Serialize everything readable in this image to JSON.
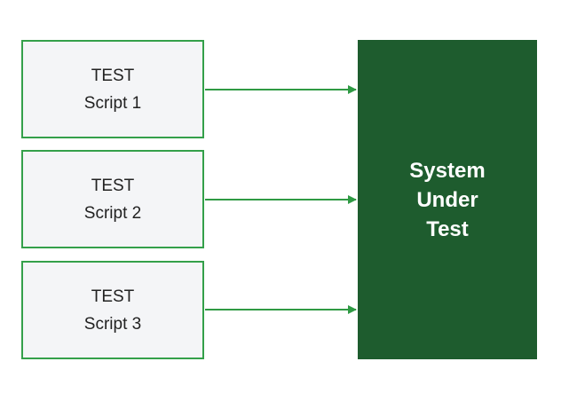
{
  "scripts": [
    {
      "line1": "TEST",
      "line2": "Script 1"
    },
    {
      "line1": "TEST",
      "line2": "Script 2"
    },
    {
      "line1": "TEST",
      "line2": "Script 3"
    }
  ],
  "system": {
    "line1": "System",
    "line2": "Under",
    "line3": "Test"
  },
  "colors": {
    "border_green": "#34a04a",
    "arrow_green": "#2f9a44",
    "box_fill": "#f4f5f7",
    "system_fill": "#1e5c2e",
    "system_text": "#ffffff"
  }
}
